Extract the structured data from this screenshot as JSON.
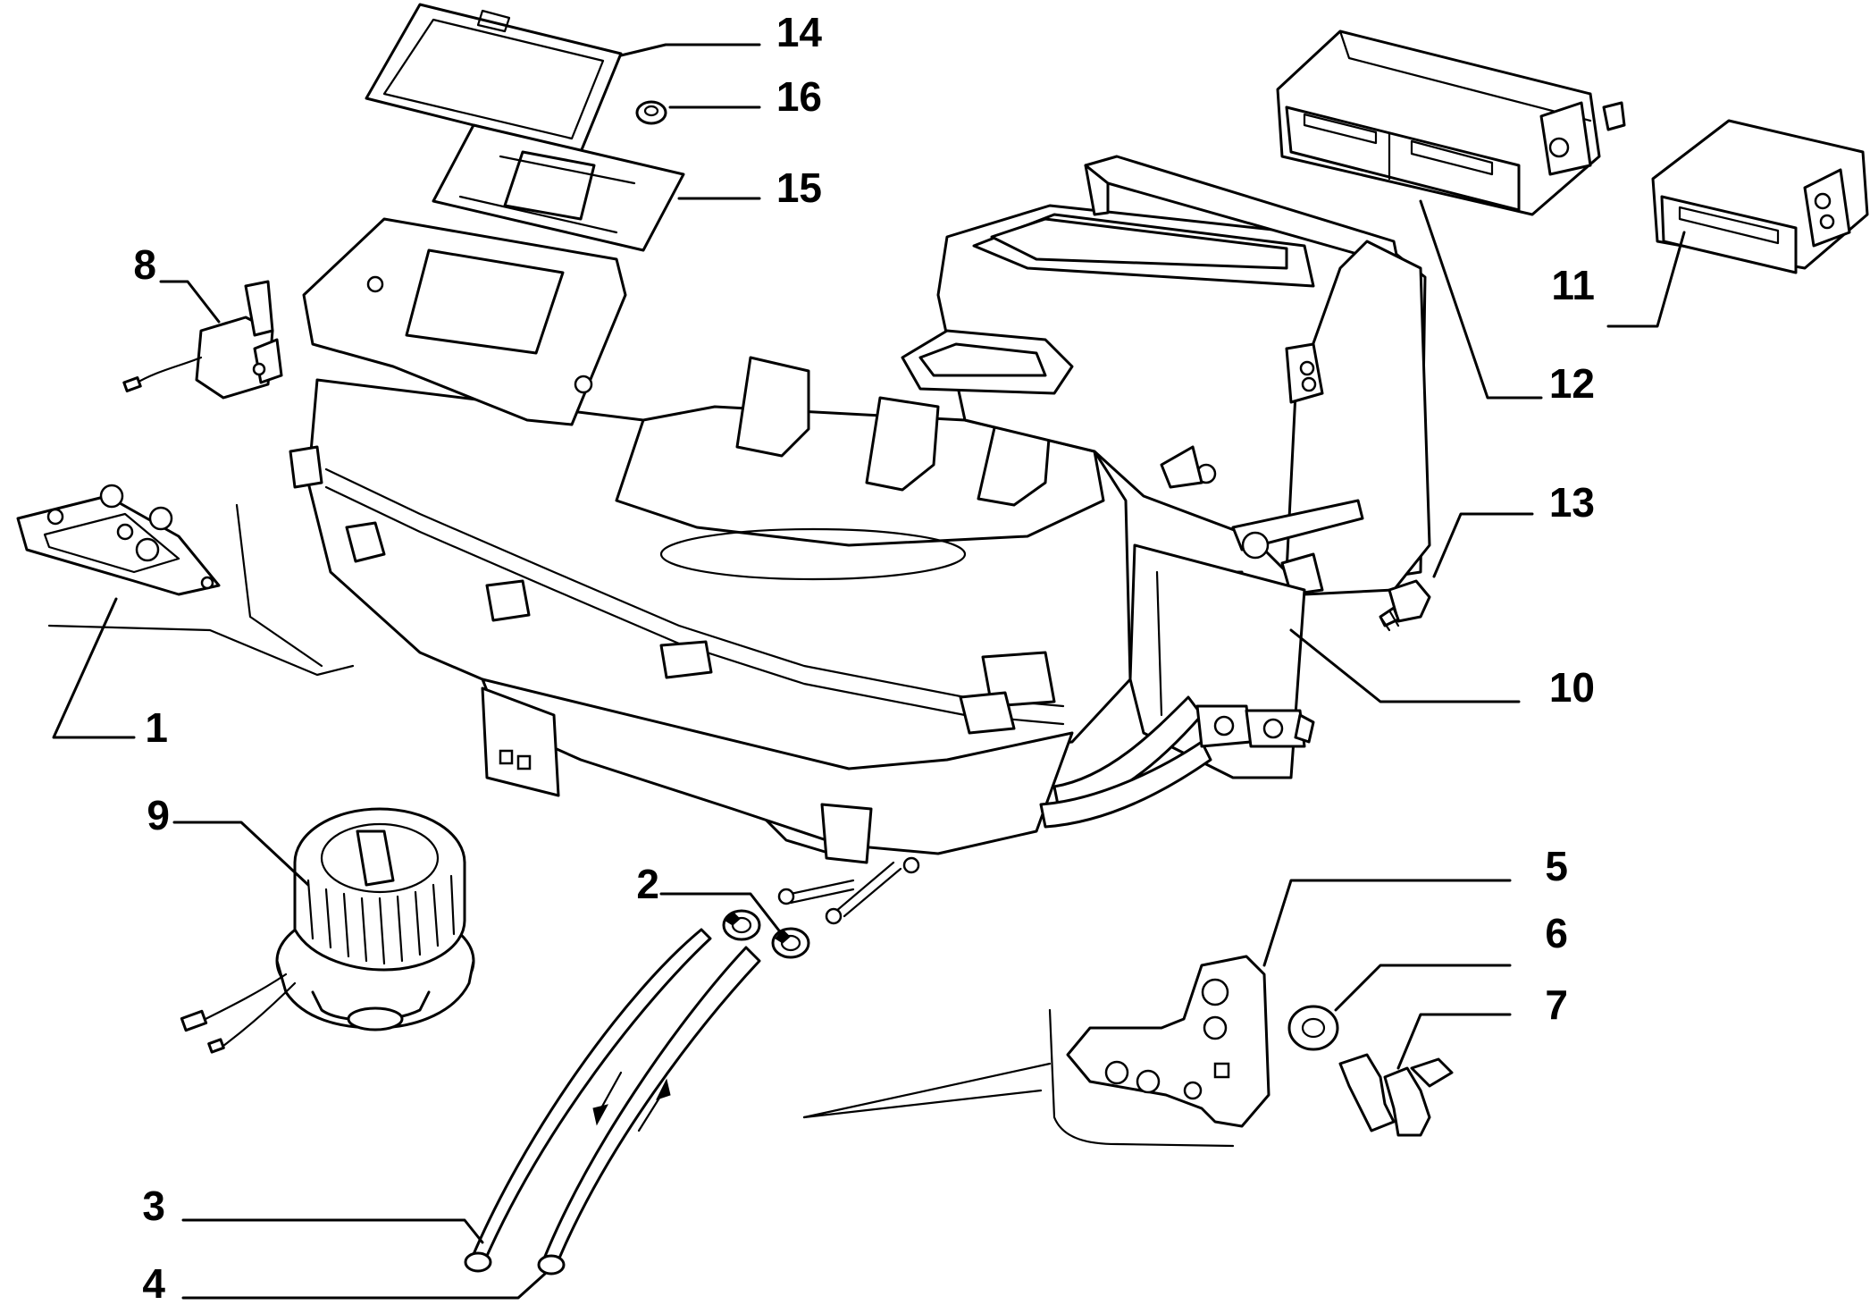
{
  "diagram": {
    "callouts": [
      {
        "id": "c1",
        "text": "1"
      },
      {
        "id": "c2",
        "text": "2"
      },
      {
        "id": "c3",
        "text": "3"
      },
      {
        "id": "c4",
        "text": "4"
      },
      {
        "id": "c5",
        "text": "5"
      },
      {
        "id": "c6",
        "text": "6"
      },
      {
        "id": "c7",
        "text": "7"
      },
      {
        "id": "c8",
        "text": "8"
      },
      {
        "id": "c9",
        "text": "9"
      },
      {
        "id": "c10",
        "text": "10"
      },
      {
        "id": "c11",
        "text": "11"
      },
      {
        "id": "c12",
        "text": "12"
      },
      {
        "id": "c13",
        "text": "13"
      },
      {
        "id": "c14",
        "text": "14"
      },
      {
        "id": "c15",
        "text": "15"
      },
      {
        "id": "c16",
        "text": "16"
      }
    ]
  },
  "colors": {
    "line": "#000000",
    "background": "#ffffff"
  }
}
